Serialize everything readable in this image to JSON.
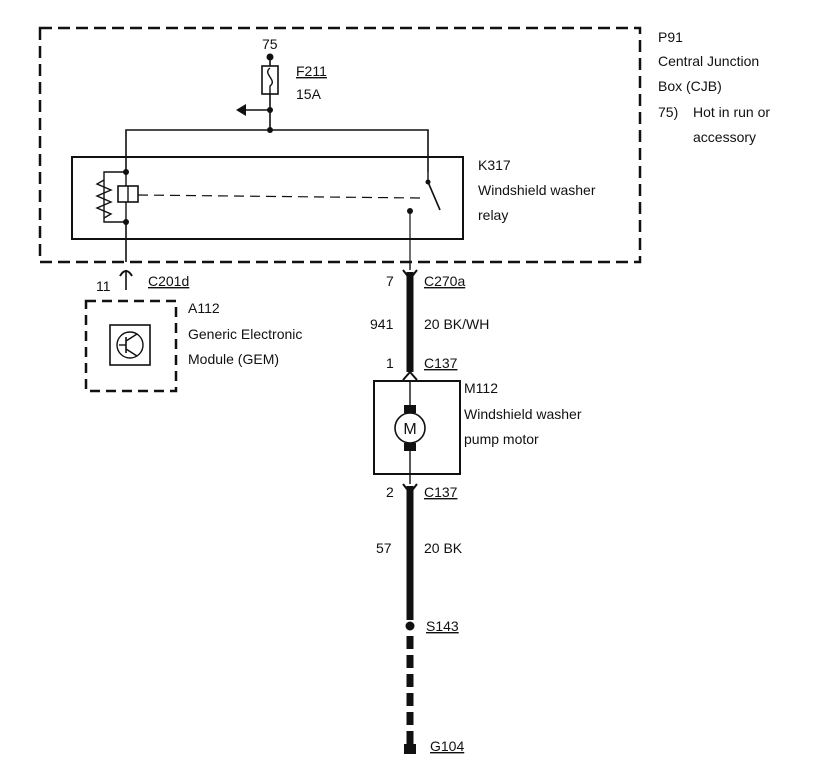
{
  "cjb": {
    "ref": "P91",
    "name_line1": "Central Junction",
    "name_line2": "Box (CJB)",
    "note_num": "75)",
    "note_line1": "Hot in run or",
    "note_line2": "accessory"
  },
  "fuse": {
    "feed": "75",
    "ref": "F211",
    "rating": "15A"
  },
  "relay": {
    "ref": "K317",
    "name_line1": "Windshield washer",
    "name_line2": "relay"
  },
  "gem": {
    "pin": "11",
    "connector": "C201d",
    "ref": "A112",
    "name_line1": "Generic Electronic",
    "name_line2": "Module (GEM)"
  },
  "wire_top": {
    "pin": "7",
    "connector": "C270a",
    "circuit": "941",
    "gauge_color": "20 BK/WH"
  },
  "motor": {
    "pin_top": "1",
    "connector_top": "C137",
    "ref": "M112",
    "name_line1": "Windshield washer",
    "name_line2": "pump motor",
    "symbol": "M",
    "pin_bottom": "2",
    "connector_bottom": "C137"
  },
  "wire_bottom": {
    "circuit": "57",
    "gauge_color": "20 BK"
  },
  "splice": {
    "ref": "S143"
  },
  "ground": {
    "ref": "G104"
  }
}
